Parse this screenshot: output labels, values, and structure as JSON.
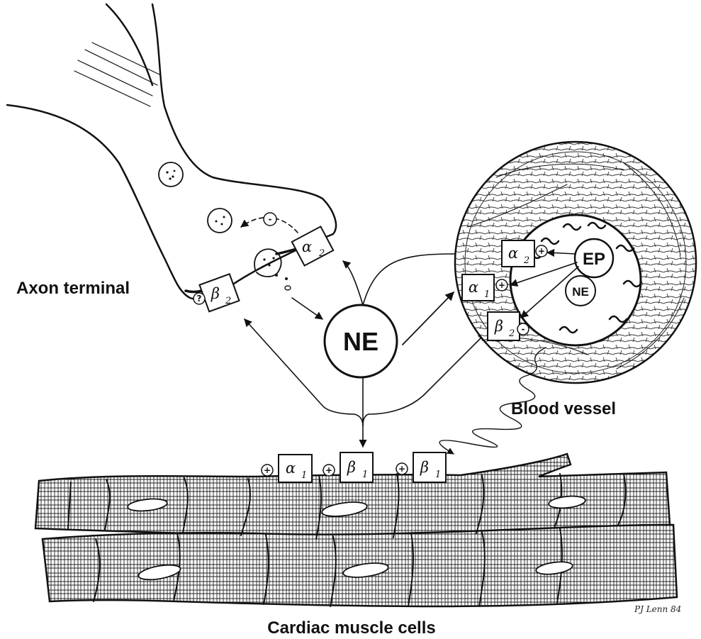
{
  "labels": {
    "axon_terminal": "Axon terminal",
    "blood_vessel": "Blood vessel",
    "cardiac_cells": "Cardiac muscle cells",
    "hub": "NE",
    "ep": "EP",
    "ne_small": "NE"
  },
  "receptors": {
    "greek_alpha": "α",
    "greek_beta": "β",
    "sub_1": "1",
    "sub_2": "2"
  },
  "signs": {
    "plus": "+",
    "minus": "-",
    "question": "?"
  },
  "signature": "PJ Lenn 84",
  "colors": {
    "ink": "#111111",
    "background": "#ffffff"
  }
}
